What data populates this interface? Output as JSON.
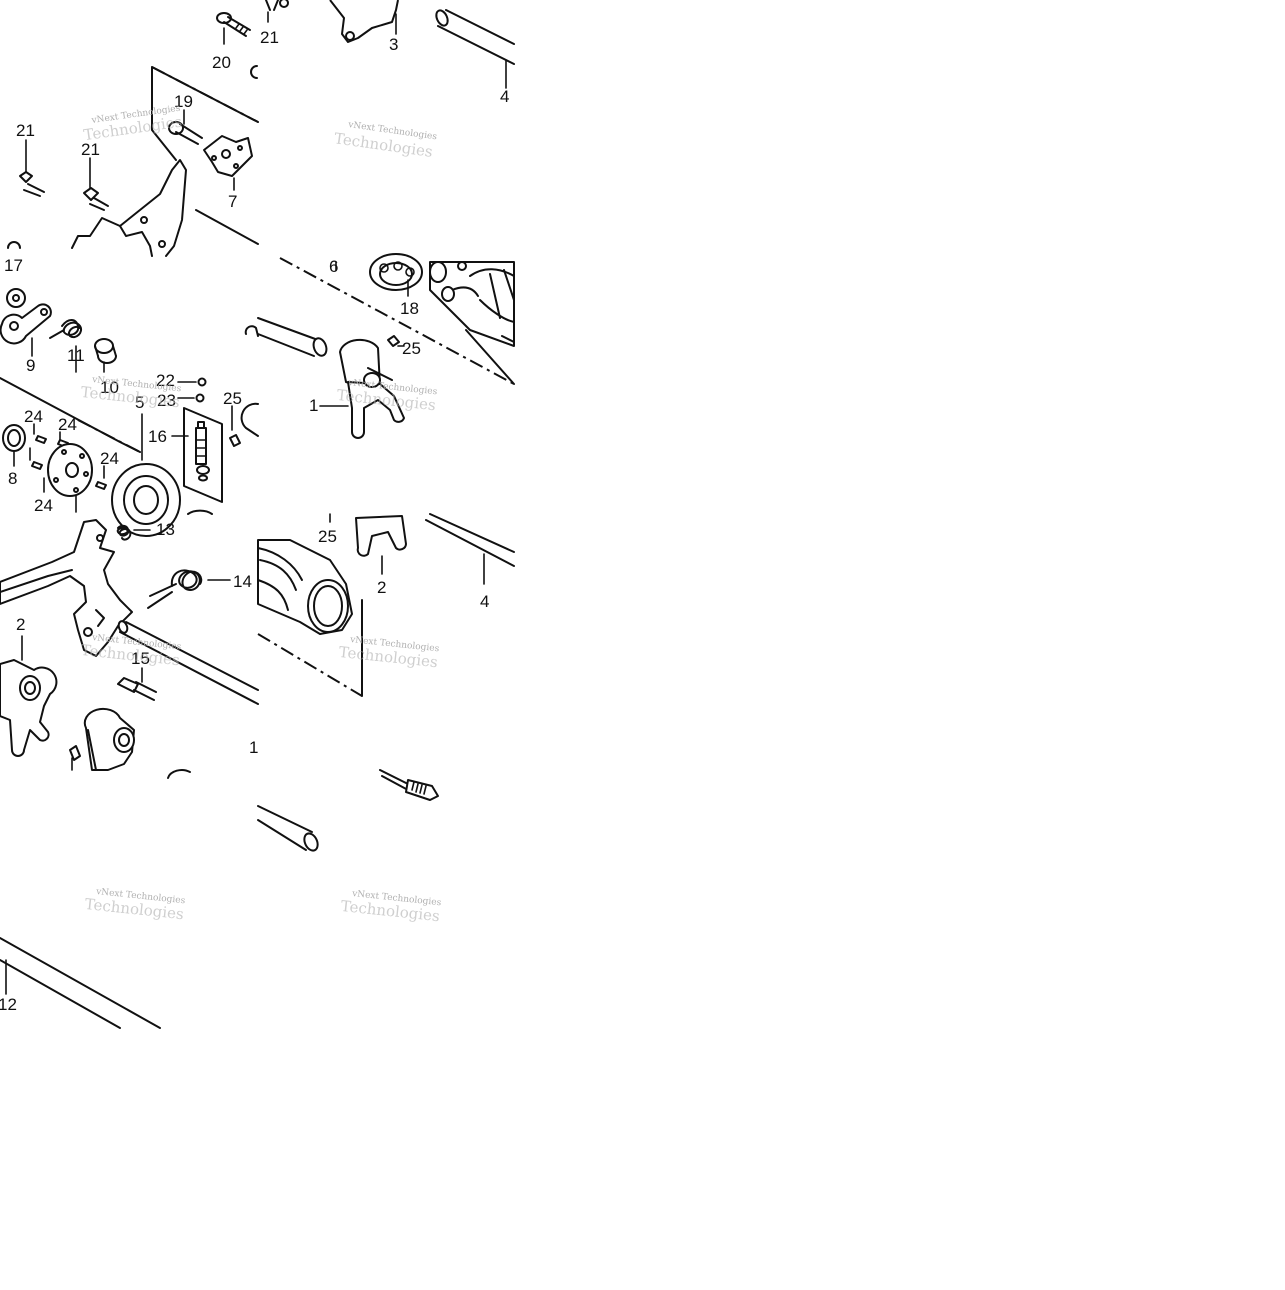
{
  "callouts": {
    "c20": "20",
    "c21a": "21",
    "c3": "3",
    "c4a": "4",
    "c19": "19",
    "c21b": "21",
    "c21c": "21",
    "c7": "7",
    "c17": "17",
    "c6": "6",
    "c18": "18",
    "c9": "9",
    "c11": "11",
    "c10": "10",
    "c25a": "25",
    "c22": "22",
    "c23": "23",
    "c25b": "25",
    "c24a": "24",
    "c24b": "24",
    "c5": "5",
    "c16": "16",
    "c1": "1",
    "c8": "8",
    "c24c": "24",
    "c24d": "24",
    "c13": "13",
    "c25c": "25",
    "c14": "14",
    "c2a": "2",
    "c4b": "4",
    "c2b": "2",
    "c15": "15",
    "c1b": "1",
    "c12": "12"
  },
  "watermark": {
    "text": "vNext Technologies",
    "ghost": "Technologies"
  }
}
